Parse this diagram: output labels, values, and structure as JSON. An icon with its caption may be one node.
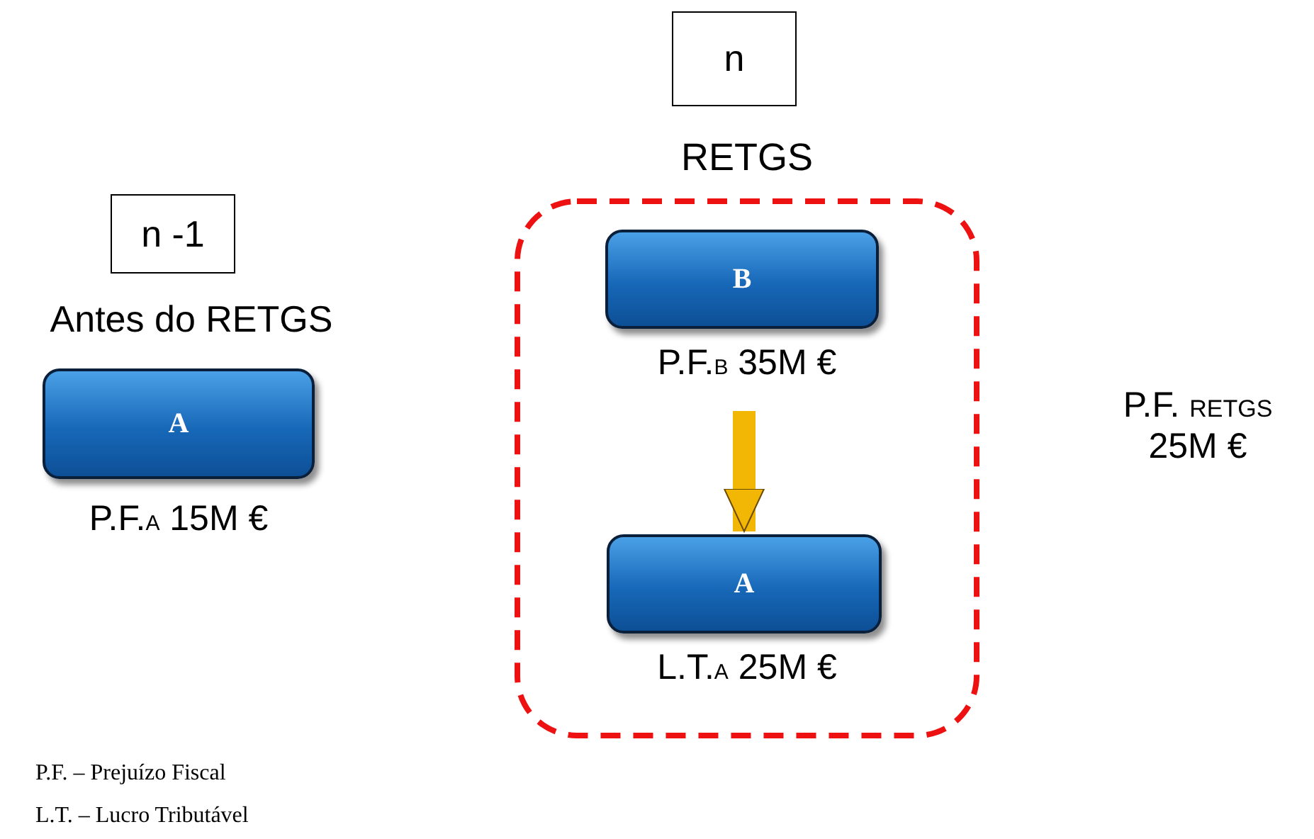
{
  "diagram": {
    "nodes": [
      {
        "text": [
          "n"
        ]
      },
      {
        "text": [
          "RETGS"
        ]
      },
      {
        "text": [
          "B"
        ],
        "in": 1,
        "beside": [
          "P.F.$_{B}$ 35M €"
        ]
      },
      {
        "text": [
          "A"
        ],
        "in": 1,
        "beside": [
          "L.T.$_{A}$ 25M €"
        ]
      },
      {
        "text": [
          "n -1"
        ]
      },
      {
        "text": [
          "A"
        ],
        "beside": [
          "P.F.$_{A}$ 15M €"
        ]
      }
    ],
    "edges": [
      {
        "from": 2,
        "to": 3,
        "arrow": "to",
        "color": "#f2b705"
      }
    ],
    "labels": [
      "Antes do RETGS",
      "P.F. $_{RETGS}$ 25M €",
      "P.F. – Prejuízo Fiscal",
      "L.T. – Lucro Tributável"
    ]
  }
}
